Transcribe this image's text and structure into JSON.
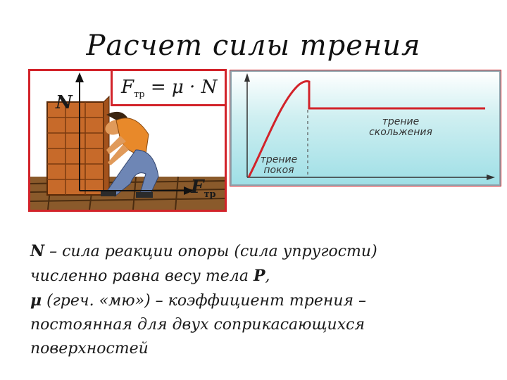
{
  "title": "Расчет силы трения",
  "illustration": {
    "axis_n": "N",
    "axis_f": "F",
    "axis_f_sub": "тр",
    "formula": {
      "lhs": "F",
      "lhs_sub": "тр",
      "rhs": "= μ · N"
    }
  },
  "graph": {
    "label_static": [
      "трение",
      "покоя"
    ],
    "label_sliding": [
      "трение",
      "скольжения"
    ],
    "colors": {
      "curve": "#d2232a",
      "axis": "#333333"
    }
  },
  "text": {
    "line1_bold": "N",
    "line1_rest": " – сила реакции опоры (сила упругости)",
    "line2_rest": "численно равна весу тела ",
    "line2_bold": "P",
    "line2_end": ",",
    "line3_bold": "μ",
    "line3_rest": " (греч. «мю») – коэффициент трения –",
    "line4": "постоянная для двух соприкасающихся",
    "line5": "поверхностей"
  }
}
